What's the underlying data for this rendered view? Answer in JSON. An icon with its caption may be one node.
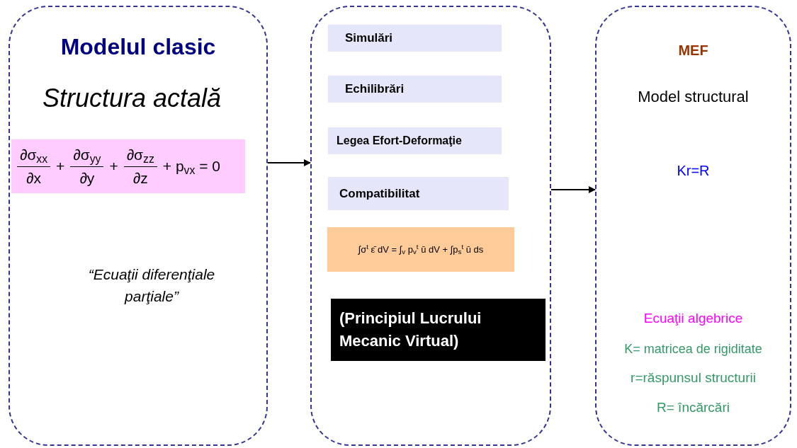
{
  "diagram": {
    "nodes": [
      {
        "text": [
          "Modelul clasic",
          "Structura actală",
          "“Ecuaţii diferenţiale parţiale”"
        ]
      },
      {
        "text": [
          "∂σ$_{xx}$",
          "∂x",
          "+",
          "∂σ$_{yy}$",
          "∂y",
          "+",
          "∂σ$_{zz}$",
          "∂z",
          "+ p$_{vx}$ = 0"
        ],
        "in": 0
      },
      {
        "text": [],
        "shape": "box"
      },
      {
        "text": [
          "Simulări"
        ],
        "in": 2
      },
      {
        "text": [
          "Echilibrări"
        ],
        "in": 2
      },
      {
        "text": [
          "Legea Efort-Deformaţie"
        ],
        "in": 2
      },
      {
        "text": [
          "Compatibilitat"
        ],
        "in": 2
      },
      {
        "text": [
          "∫σ$^{t}$ ε̄ dV = ∫$_{v}$ p$_{v}$$^{t}$ ū dV + ∫p$_{s}$$^{t}$ ū ds"
        ],
        "in": 2
      },
      {
        "text": [
          "(Principiul Lucrului Mecanic Virtual)"
        ],
        "in": 2
      },
      {
        "text": [
          "MEF",
          "Model structural",
          "Kr=R",
          "Ecuaţii algebrice",
          "K= matricea de rigiditate",
          "r=răspunsul structurii",
          "R= încărcări"
        ]
      }
    ],
    "edges": [
      {
        "from": 0,
        "to": 2,
        "arrow": "to"
      },
      {
        "from": 2,
        "to": 9,
        "arrow": "to"
      }
    ]
  }
}
